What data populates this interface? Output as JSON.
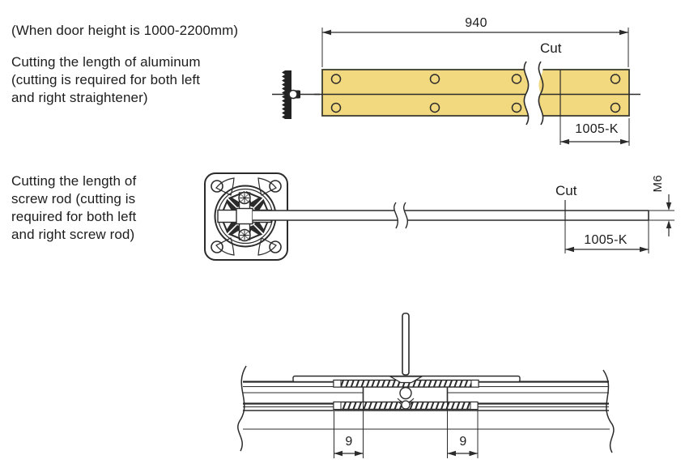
{
  "colors": {
    "line": "#2b2b2b",
    "text": "#1d1d1d",
    "aluminum_fill": "#f2d87e"
  },
  "notes": {
    "door_height": "(When door height is 1000-2200mm)",
    "aluminum_cutting": "Cutting the length of aluminum\n(cutting is required for both left\nand right straightener)",
    "screw_rod_cutting": "Cutting the length of\nscrew rod (cutting is\nrequired for both left\nand right screw rod)"
  },
  "aluminum_diagram": {
    "total_length": "940",
    "cut_label": "Cut",
    "remaining_length": "1005-K"
  },
  "screw_rod_diagram": {
    "cut_label": "Cut",
    "thread_size": "M6",
    "remaining_length": "1005-K"
  },
  "assembly_diagram": {
    "left_gap": "9",
    "right_gap": "9"
  }
}
